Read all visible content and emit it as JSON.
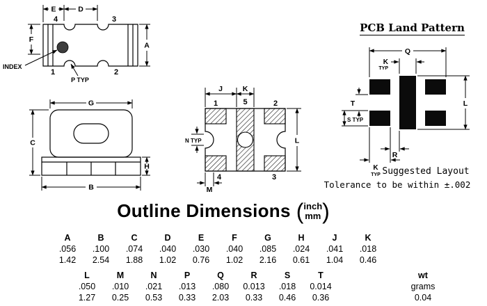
{
  "page": {
    "background": "#ffffff",
    "ink": "#000000"
  },
  "drawings": {
    "top_view": {
      "dim_e": "E",
      "dim_d": "D",
      "dim_f": "F",
      "dim_a": "A",
      "pin_1": "1",
      "pin_2": "2",
      "pin_3": "3",
      "pin_4": "4",
      "index_label": "INDEX",
      "p_typ": "P TYP"
    },
    "side_view": {
      "dim_g": "G",
      "dim_c": "C",
      "dim_h": "H",
      "dim_b": "B"
    },
    "bottom_view": {
      "dim_j": "J",
      "dim_k": "K",
      "dim_l": "L",
      "dim_m": "M",
      "n_typ": "N TYP",
      "pin_1": "1",
      "pin_2": "2",
      "pin_3": "3",
      "pin_4": "4",
      "pin_5": "5"
    },
    "land_pattern": {
      "title": "PCB Land Pattern",
      "dim_q": "Q",
      "dim_k": "K",
      "typ": "TYP",
      "dim_t": "T",
      "s_typ": "S TYP",
      "dim_r": "R",
      "dim_l": "L",
      "suggested": "Suggested Layout",
      "tolerance": "Tolerance to be within ±.002"
    }
  },
  "outline": {
    "title": "Outline Dimensions",
    "unit_top": "inch",
    "unit_bottom": "mm"
  },
  "table": {
    "group1": {
      "headers": [
        "A",
        "B",
        "C",
        "D",
        "E",
        "F",
        "G",
        "H",
        "J",
        "K"
      ],
      "inch": [
        ".056",
        ".100",
        ".074",
        ".040",
        ".030",
        ".040",
        ".085",
        ".024",
        ".041",
        ".018"
      ],
      "mm": [
        "1.42",
        "2.54",
        "1.88",
        "1.02",
        "0.76",
        "1.02",
        "2.16",
        "0.61",
        "1.04",
        "0.46"
      ]
    },
    "group2": {
      "headers": [
        "L",
        "M",
        "N",
        "P",
        "Q",
        "R",
        "S",
        "T",
        "wt"
      ],
      "inch": [
        ".050",
        ".010",
        ".021",
        ".013",
        ".080",
        "0.013",
        ".018",
        "0.014",
        "grams"
      ],
      "mm": [
        "1.27",
        "0.25",
        "0.53",
        "0.33",
        "2.03",
        "0.33",
        "0.46",
        "0.36",
        "0.04"
      ]
    }
  }
}
